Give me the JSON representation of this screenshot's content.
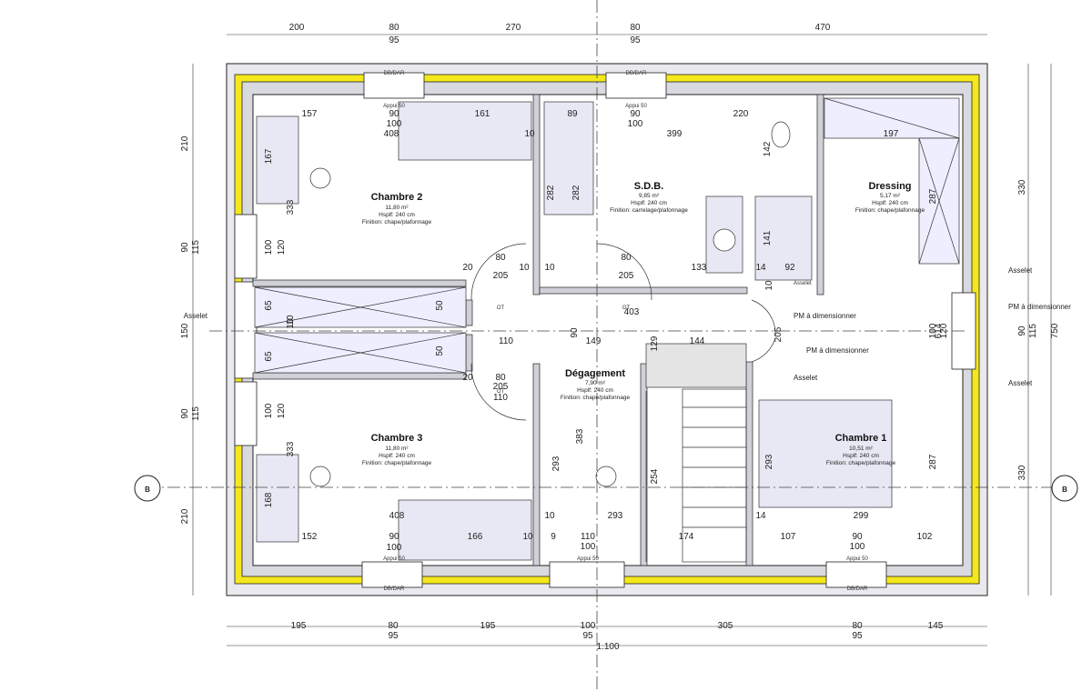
{
  "dimensions": {
    "top_row1": [
      "200",
      "80",
      "270",
      "80",
      "470"
    ],
    "top_row2": [
      "95",
      "95"
    ],
    "bottom_row1": [
      "195",
      "80",
      "195",
      "100",
      "305",
      "80",
      "145"
    ],
    "bottom_row2": [
      "95",
      "95",
      "95"
    ],
    "bottom_total": "1.100",
    "left": [
      "210",
      "90",
      "115",
      "150",
      "90",
      "115",
      "210"
    ],
    "right": [
      "330",
      "90",
      "115",
      "750",
      "330"
    ],
    "interior": [
      "157",
      "90",
      "100",
      "408",
      "161",
      "10",
      "89",
      "90",
      "100",
      "399",
      "220",
      "197",
      "167",
      "333",
      "100",
      "120",
      "65",
      "10",
      "65",
      "50",
      "50",
      "20",
      "80",
      "205",
      "10",
      "10",
      "80",
      "205",
      "133",
      "14",
      "92",
      "403",
      "110",
      "149",
      "129",
      "144",
      "205",
      "20",
      "80",
      "205",
      "110",
      "90",
      "10",
      "100",
      "120",
      "333",
      "168",
      "408",
      "152",
      "90",
      "100",
      "166",
      "10",
      "293",
      "383",
      "10",
      "9",
      "110",
      "100",
      "293",
      "254",
      "174",
      "293",
      "14",
      "299",
      "107",
      "90",
      "100",
      "102",
      "287",
      "287",
      "614",
      "100",
      "120",
      "142",
      "141",
      "282",
      "282",
      "10"
    ]
  },
  "rooms": [
    {
      "name": "Chambre 2",
      "area": "11,80 m²",
      "height": "Hsplf: 240 cm",
      "finish": "Finition: chape/plafonnage"
    },
    {
      "name": "S.D.B.",
      "area": "9,85 m²",
      "height": "Hsplf: 240 cm",
      "finish": "Finition: carrelage/plafonnage"
    },
    {
      "name": "Dressing",
      "area": "5,17 m²",
      "height": "Hsplf: 240 cm",
      "finish": "Finition: chape/plafonnage"
    },
    {
      "name": "Dégagement",
      "area": "7,90 m²",
      "height": "Hsplf: 240 cm",
      "finish": "Finition: chape/plafonnage"
    },
    {
      "name": "Chambre 3",
      "area": "11,80 m²",
      "height": "Hsplf: 240 cm",
      "finish": "Finition: chape/plafonnage"
    },
    {
      "name": "Chambre 1",
      "area": "10,51 m²",
      "height": "Hsplf: 240 cm",
      "finish": "Finition: chape/plafonnage"
    }
  ],
  "notes": {
    "asselet": "Asselet",
    "pm": "PM à dimensionner",
    "appui": "Appui 50",
    "db": "DB/DAR",
    "ot": "OT",
    "section": "B"
  },
  "colors": {
    "insulation": "#f4e81c",
    "wall": "#d9d9e0",
    "furniture": "#e8e8f4"
  }
}
